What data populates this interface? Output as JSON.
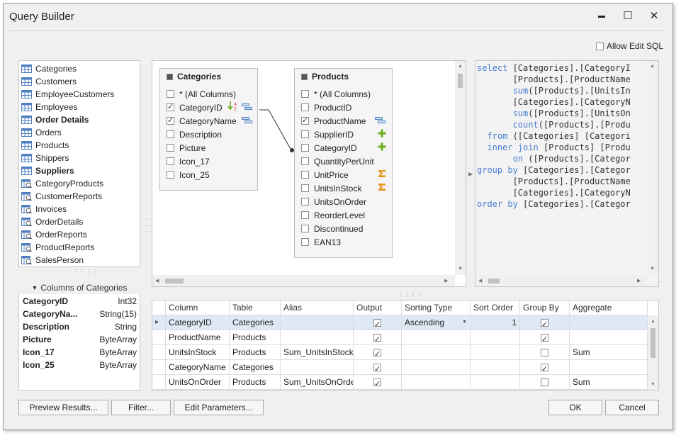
{
  "window": {
    "title": "Query Builder",
    "minimize": "▬",
    "maximize": "☐",
    "close": "✕"
  },
  "allow_edit_sql": {
    "label": "Allow Edit SQL",
    "checked": false
  },
  "tables": [
    {
      "name": "Categories",
      "bold": false,
      "kind": "table"
    },
    {
      "name": "Customers",
      "bold": false,
      "kind": "table"
    },
    {
      "name": "EmployeeCustomers",
      "bold": false,
      "kind": "table"
    },
    {
      "name": "Employees",
      "bold": false,
      "kind": "table"
    },
    {
      "name": "Order Details",
      "bold": true,
      "kind": "table"
    },
    {
      "name": "Orders",
      "bold": false,
      "kind": "table"
    },
    {
      "name": "Products",
      "bold": false,
      "kind": "table"
    },
    {
      "name": "Shippers",
      "bold": false,
      "kind": "table"
    },
    {
      "name": "Suppliers",
      "bold": true,
      "kind": "table"
    },
    {
      "name": "CategoryProducts",
      "bold": false,
      "kind": "view"
    },
    {
      "name": "CustomerReports",
      "bold": false,
      "kind": "view"
    },
    {
      "name": "Invoices",
      "bold": false,
      "kind": "view"
    },
    {
      "name": "OrderDetails",
      "bold": false,
      "kind": "view"
    },
    {
      "name": "OrderReports",
      "bold": false,
      "kind": "view"
    },
    {
      "name": "ProductReports",
      "bold": false,
      "kind": "view"
    },
    {
      "name": "SalesPerson",
      "bold": false,
      "kind": "view"
    }
  ],
  "columns_panel": {
    "title": "Columns of Categories",
    "rows": [
      {
        "name": "CategoryID",
        "type": "Int32"
      },
      {
        "name": "CategoryNa...",
        "type": "String(15)"
      },
      {
        "name": "Description",
        "type": "String"
      },
      {
        "name": "Picture",
        "type": "ByteArray"
      },
      {
        "name": "Icon_17",
        "type": "ByteArray"
      },
      {
        "name": "Icon_25",
        "type": "ByteArray"
      }
    ]
  },
  "diagram": {
    "categories": {
      "title": "Categories",
      "fields": [
        {
          "name": "* (All Columns)",
          "checked": false,
          "icons": []
        },
        {
          "name": "CategoryID",
          "checked": true,
          "icons": [
            "sort-ascending-icon",
            "group-icon"
          ]
        },
        {
          "name": "CategoryName",
          "checked": true,
          "icons": [
            "group-icon"
          ]
        },
        {
          "name": "Description",
          "checked": false,
          "icons": []
        },
        {
          "name": "Picture",
          "checked": false,
          "icons": []
        },
        {
          "name": "Icon_17",
          "checked": false,
          "icons": []
        },
        {
          "name": "Icon_25",
          "checked": false,
          "icons": []
        }
      ]
    },
    "products": {
      "title": "Products",
      "fields": [
        {
          "name": "* (All Columns)",
          "checked": false,
          "icons": []
        },
        {
          "name": "ProductID",
          "checked": false,
          "icons": []
        },
        {
          "name": "ProductName",
          "checked": true,
          "icons": [
            "group-icon"
          ]
        },
        {
          "name": "SupplierID",
          "checked": false,
          "icons": [
            "plus-icon"
          ]
        },
        {
          "name": "CategoryID",
          "checked": false,
          "icons": [
            "plus-icon"
          ]
        },
        {
          "name": "QuantityPerUnit",
          "checked": false,
          "icons": []
        },
        {
          "name": "UnitPrice",
          "checked": false,
          "icons": [
            "sum-icon"
          ]
        },
        {
          "name": "UnitsInStock",
          "checked": false,
          "icons": [
            "sum-icon"
          ]
        },
        {
          "name": "UnitsOnOrder",
          "checked": false,
          "icons": []
        },
        {
          "name": "ReorderLevel",
          "checked": false,
          "icons": []
        },
        {
          "name": "Discontinued",
          "checked": false,
          "icons": []
        },
        {
          "name": "EAN13",
          "checked": false,
          "icons": []
        }
      ]
    }
  },
  "sql_lines": [
    [
      [
        "kw",
        "select"
      ],
      [
        "",
        " [Categories].[CategoryI"
      ]
    ],
    [
      [
        "",
        "       [Products].[ProductName"
      ]
    ],
    [
      [
        "",
        "       "
      ],
      [
        "kw",
        "sum"
      ],
      [
        "",
        "([Products].[UnitsIn"
      ]
    ],
    [
      [
        "",
        "       [Categories].[CategoryN"
      ]
    ],
    [
      [
        "",
        "       "
      ],
      [
        "kw",
        "sum"
      ],
      [
        "",
        "([Products].[UnitsOn"
      ]
    ],
    [
      [
        "",
        "       "
      ],
      [
        "kw",
        "count"
      ],
      [
        "",
        "([Products].[Produ"
      ]
    ],
    [
      [
        "",
        "  "
      ],
      [
        "kw",
        "from"
      ],
      [
        "",
        " ([Categories] [Categori"
      ]
    ],
    [
      [
        "",
        "  "
      ],
      [
        "kw",
        "inner join"
      ],
      [
        "",
        " [Products] [Produ"
      ]
    ],
    [
      [
        "",
        "       "
      ],
      [
        "kw",
        "on"
      ],
      [
        "",
        " ([Products].[Categor"
      ]
    ],
    [
      [
        "kw",
        "group by"
      ],
      [
        "",
        " [Categories].[Categor"
      ]
    ],
    [
      [
        "",
        "       [Products].[ProductName"
      ]
    ],
    [
      [
        "",
        "       [Categories].[CategoryN"
      ]
    ],
    [
      [
        "kw",
        "order by"
      ],
      [
        "",
        " [Categories].[Categor"
      ]
    ]
  ],
  "grid": {
    "headers": [
      "Column",
      "Table",
      "Alias",
      "Output",
      "Sorting Type",
      "Sort Order",
      "Group By",
      "Aggregate"
    ],
    "rows": [
      {
        "column": "CategoryID",
        "table": "Categories",
        "alias": "",
        "output": true,
        "sorting": "Ascending",
        "sort_order": "1",
        "group_by": true,
        "aggregate": "",
        "selected": true
      },
      {
        "column": "ProductName",
        "table": "Products",
        "alias": "",
        "output": true,
        "sorting": "",
        "sort_order": "",
        "group_by": true,
        "aggregate": "",
        "selected": false
      },
      {
        "column": "UnitsInStock",
        "table": "Products",
        "alias": "Sum_UnitsInStock",
        "output": true,
        "sorting": "",
        "sort_order": "",
        "group_by": false,
        "aggregate": "Sum",
        "selected": false
      },
      {
        "column": "CategoryName",
        "table": "Categories",
        "alias": "",
        "output": true,
        "sorting": "",
        "sort_order": "",
        "group_by": true,
        "aggregate": "",
        "selected": false
      },
      {
        "column": "UnitsOnOrder",
        "table": "Products",
        "alias": "Sum_UnitsOnOrder",
        "output": true,
        "sorting": "",
        "sort_order": "",
        "group_by": false,
        "aggregate": "Sum",
        "selected": false
      }
    ]
  },
  "buttons": {
    "preview": "Preview Results...",
    "filter": "Filter...",
    "edit_params": "Edit Parameters...",
    "ok": "OK",
    "cancel": "Cancel"
  },
  "colors": {
    "table_icon": "#4f7fc0",
    "sql_keyword": "#4a7ed1",
    "plus": "#6aaa1e",
    "sum": "#e8951c",
    "selected_row": "#dfe9f5"
  }
}
